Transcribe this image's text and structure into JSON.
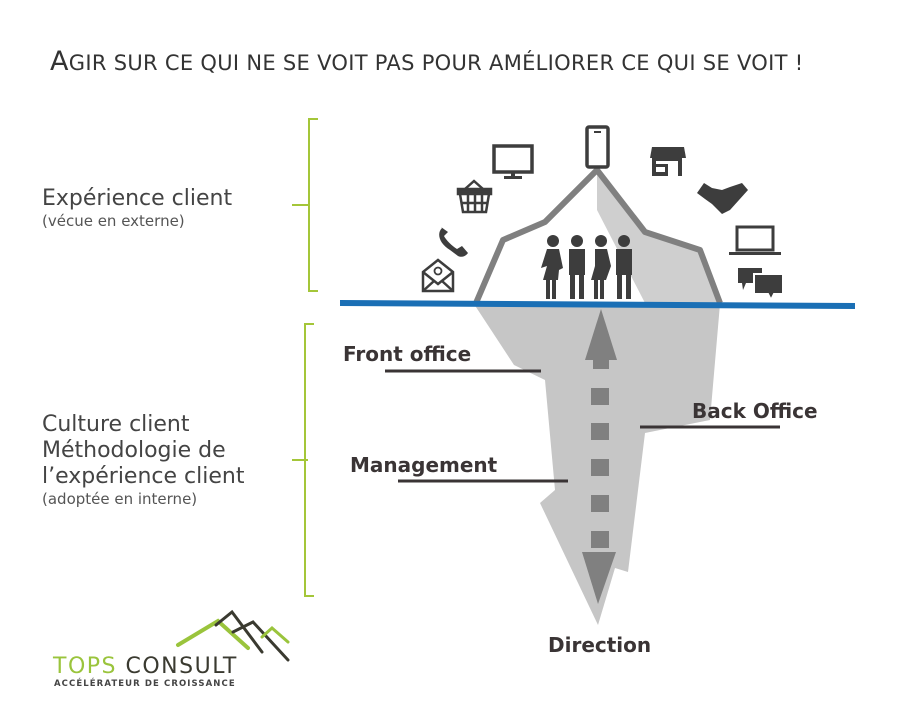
{
  "title": {
    "first_letter": "A",
    "rest": "GIR SUR CE QUI NE SE VOIT PAS POUR AMÉLIORER CE QUI SE VOIT !"
  },
  "sections": {
    "visible": {
      "main": "Expérience client",
      "sub": "(vécue en externe)"
    },
    "hidden": {
      "line1": "Culture client",
      "line2": "Méthodologie de",
      "line3": "l’expérience client",
      "sub": "(adoptée en interne)"
    }
  },
  "iceberg": {
    "labels": {
      "front_office": "Front office",
      "back_office": "Back Office",
      "management": "Management",
      "direction": "Direction"
    },
    "icons": [
      "email-icon",
      "phone-icon",
      "shopping-basket-icon",
      "monitor-icon",
      "smartphone-icon",
      "store-icon",
      "handshake-icon",
      "laptop-icon",
      "chat-bubbles-icon",
      "people-group-icon"
    ]
  },
  "colors": {
    "waterline": "#1a6fb5",
    "bracket": "#a4c639",
    "ice_light": "#c6c6c6",
    "ice_dark": "#808080",
    "icon": "#3d3d3d",
    "logo_green": "#9ac43c"
  },
  "logo": {
    "brand_a": "TOPS",
    "brand_b": "CONSULT",
    "tagline": "ACCÉLÉRATEUR DE CROISSANCE"
  }
}
